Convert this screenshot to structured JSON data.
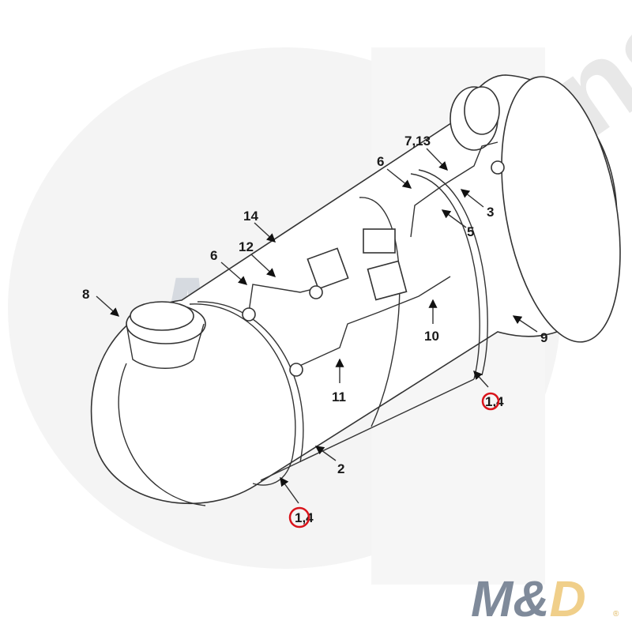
{
  "watermark": {
    "brand_text": "Cummins",
    "logo_text": "M&D"
  },
  "logo": {
    "text": "M&D",
    "registered": "®",
    "colors": {
      "m": "#7f8a9a",
      "d": "#f0cf8a"
    }
  },
  "callouts": [
    {
      "id": "8",
      "text": "8"
    },
    {
      "id": "14",
      "text": "14"
    },
    {
      "id": "12",
      "text": "12"
    },
    {
      "id": "6a",
      "text": "6"
    },
    {
      "id": "6b",
      "text": "6"
    },
    {
      "id": "7-13",
      "text": "7,13"
    },
    {
      "id": "3",
      "text": "3"
    },
    {
      "id": "5",
      "text": "5"
    },
    {
      "id": "9",
      "text": "9"
    },
    {
      "id": "10",
      "text": "10"
    },
    {
      "id": "11",
      "text": "11"
    },
    {
      "id": "2",
      "text": "2"
    },
    {
      "id": "1-4-right",
      "text": "1,4",
      "highlight": "1"
    },
    {
      "id": "1-4-left",
      "text": "1,4",
      "highlight": "1"
    }
  ],
  "highlight_color": "#d9141b"
}
